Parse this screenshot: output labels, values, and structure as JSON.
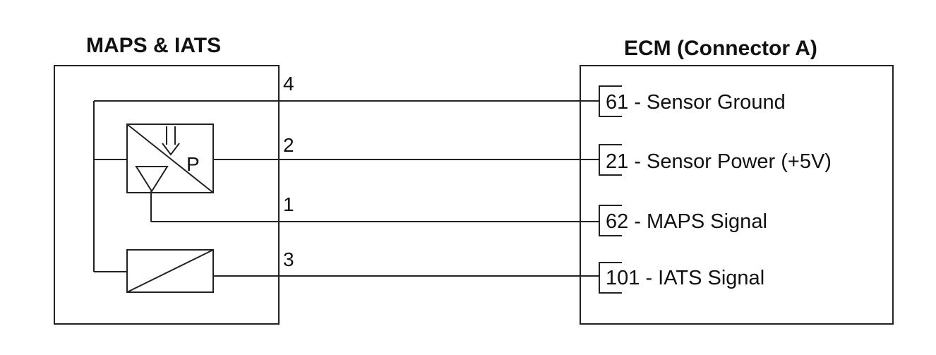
{
  "left_module": {
    "title": "MAPS & IATS",
    "pressure_symbol": "P"
  },
  "right_module": {
    "title": "ECM (Connector A)"
  },
  "wires": [
    {
      "pin": "4",
      "terminal": "61 - Sensor Ground"
    },
    {
      "pin": "2",
      "terminal": "21 - Sensor Power (+5V)"
    },
    {
      "pin": "1",
      "terminal": "62 - MAPS Signal"
    },
    {
      "pin": "3",
      "terminal": "101 - IATS Signal"
    }
  ]
}
